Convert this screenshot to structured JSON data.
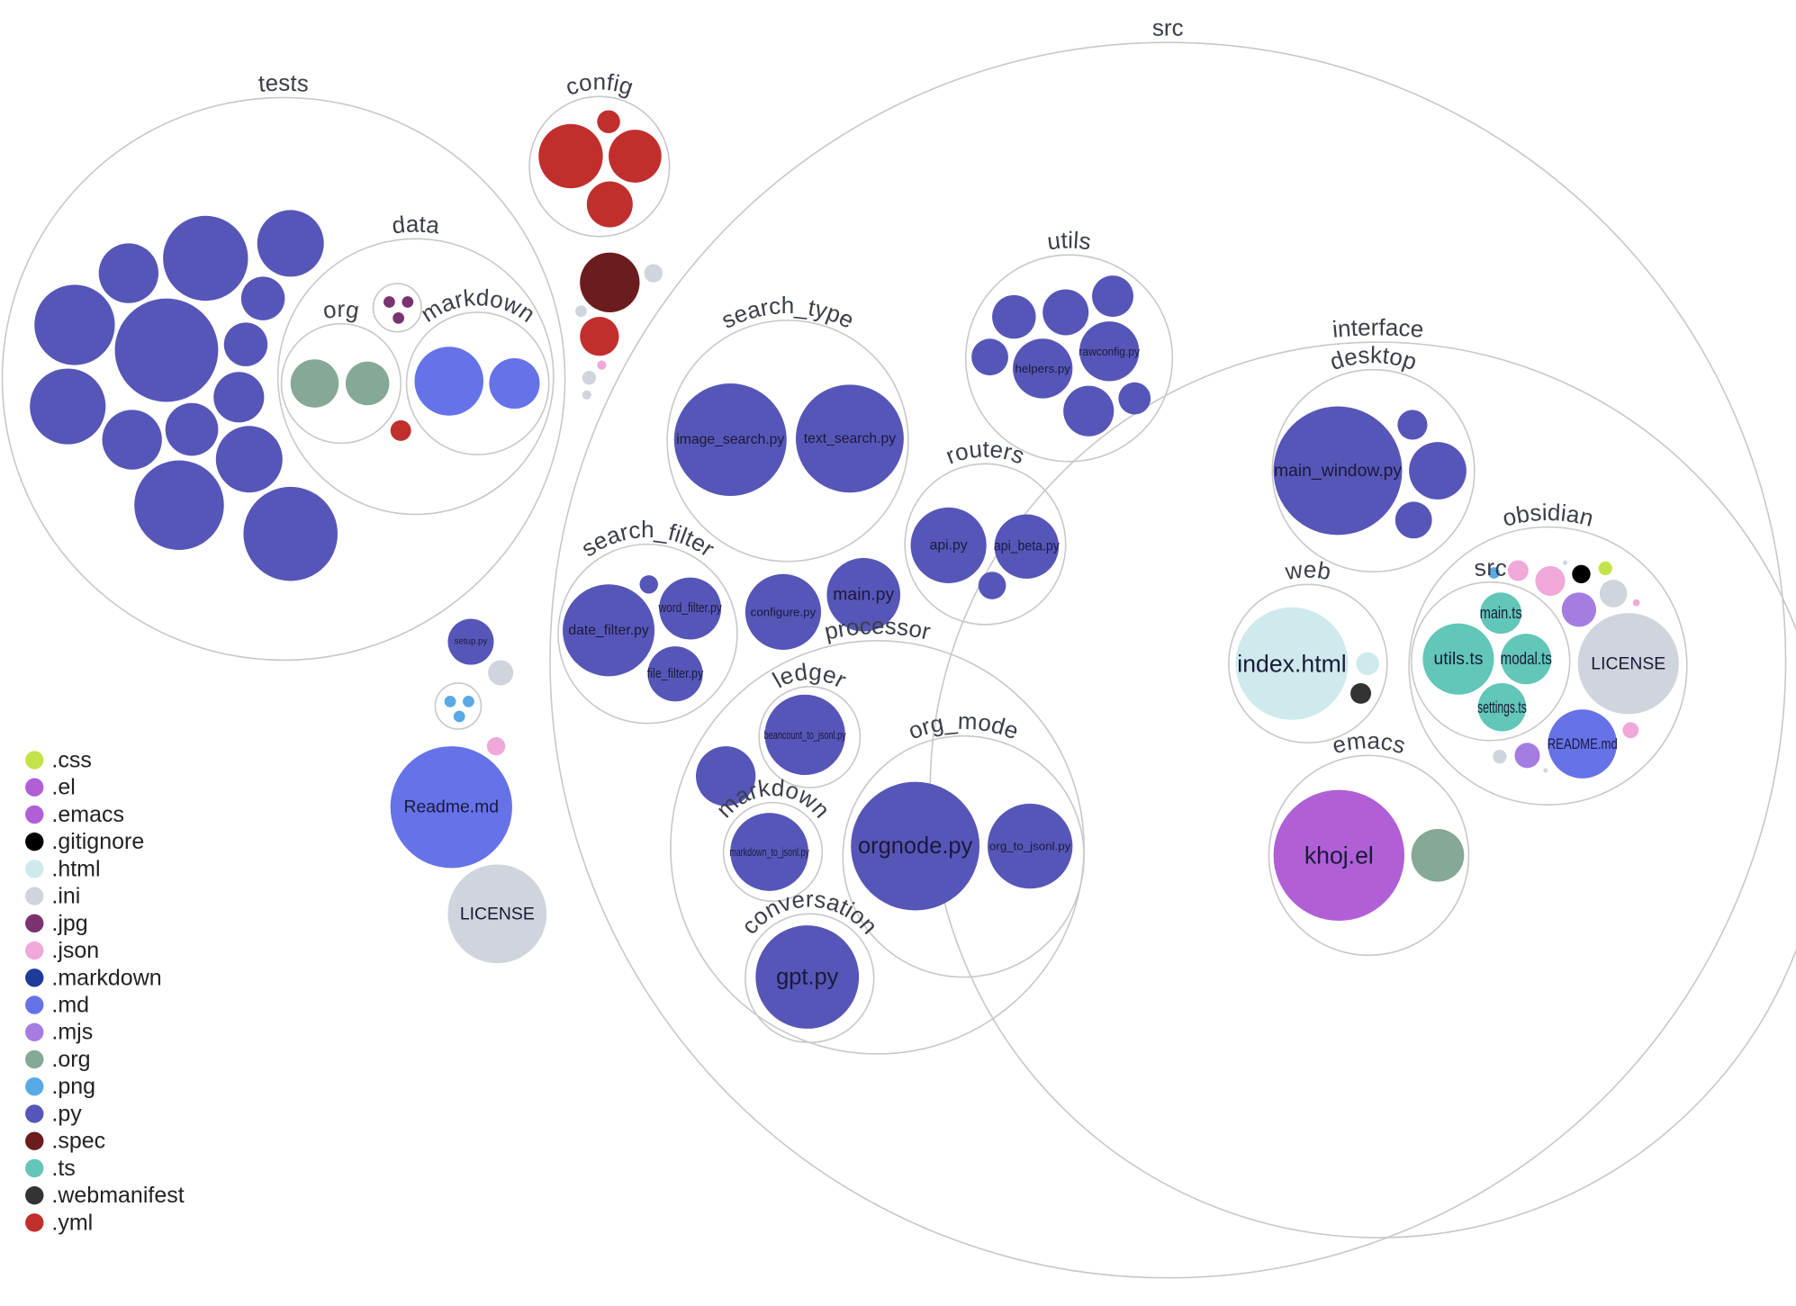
{
  "colors": {
    "css": "#c4e34a",
    "el": "#b05fd6",
    "emacs": "#b05fd6",
    "gitignore": "#000000",
    "html": "#cfeaec",
    "ini": "#d0d4dc",
    "jpg": "#7b3370",
    "json": "#f0a8da",
    "markdown": "#1f3b99",
    "md": "#6672e8",
    "mjs": "#a57de0",
    "org": "#86a896",
    "png": "#58a9e6",
    "py": "#5656b8",
    "spec": "#6b1c1c",
    "ts": "#62c6b8",
    "webmanifest": "#333333",
    "yml": "#c12f2d",
    "folder": "#c8c8c8"
  },
  "legend": [
    {
      "ext": "css",
      "label": ".css"
    },
    {
      "ext": "el",
      "label": ".el"
    },
    {
      "ext": "emacs",
      "label": ".emacs"
    },
    {
      "ext": "gitignore",
      "label": ".gitignore"
    },
    {
      "ext": "html",
      "label": ".html"
    },
    {
      "ext": "ini",
      "label": ".ini"
    },
    {
      "ext": "jpg",
      "label": ".jpg"
    },
    {
      "ext": "json",
      "label": ".json"
    },
    {
      "ext": "markdown",
      "label": ".markdown"
    },
    {
      "ext": "md",
      "label": ".md"
    },
    {
      "ext": "mjs",
      "label": ".mjs"
    },
    {
      "ext": "org",
      "label": ".org"
    },
    {
      "ext": "png",
      "label": ".png"
    },
    {
      "ext": "py",
      "label": ".py"
    },
    {
      "ext": "spec",
      "label": ".spec"
    },
    {
      "ext": "ts",
      "label": ".ts"
    },
    {
      "ext": "webmanifest",
      "label": ".webmanifest"
    },
    {
      "ext": "yml",
      "label": ".yml"
    }
  ],
  "folders": [
    {
      "id": "src",
      "label": "src"
    },
    {
      "id": "tests",
      "label": "tests"
    },
    {
      "id": "tests_data",
      "label": "data"
    },
    {
      "id": "tests_data_org",
      "label": "org"
    },
    {
      "id": "tests_data_markdown",
      "label": "markdown"
    },
    {
      "id": "config",
      "label": "config"
    },
    {
      "id": "utils",
      "label": "utils"
    },
    {
      "id": "search_type",
      "label": "search_type"
    },
    {
      "id": "routers",
      "label": "routers"
    },
    {
      "id": "search_filter",
      "label": "search_filter"
    },
    {
      "id": "processor",
      "label": "processor"
    },
    {
      "id": "ledger",
      "label": "ledger"
    },
    {
      "id": "org_mode",
      "label": "org_mode"
    },
    {
      "id": "proc_markdown",
      "label": "markdown"
    },
    {
      "id": "conversation",
      "label": "conversation"
    },
    {
      "id": "interface",
      "label": "interface"
    },
    {
      "id": "desktop",
      "label": "desktop"
    },
    {
      "id": "web",
      "label": "web"
    },
    {
      "id": "obsidian",
      "label": "obsidian"
    },
    {
      "id": "obsidian_src",
      "label": "src"
    },
    {
      "id": "emacs",
      "label": "emacs"
    },
    {
      "id": "jpg_dir",
      "label": ""
    },
    {
      "id": "png_dir",
      "label": ""
    }
  ],
  "files": [
    {
      "id": "image_search",
      "ext": "py",
      "label": "image_search.py"
    },
    {
      "id": "text_search",
      "ext": "py",
      "label": "text_search.py"
    },
    {
      "id": "helpers",
      "ext": "py",
      "label": "helpers.py"
    },
    {
      "id": "rawconfig",
      "ext": "py",
      "label": "rawconfig.py"
    },
    {
      "id": "api",
      "ext": "py",
      "label": "api.py"
    },
    {
      "id": "api_beta",
      "ext": "py",
      "label": "api_beta.py"
    },
    {
      "id": "date_filter",
      "ext": "py",
      "label": "date_filter.py"
    },
    {
      "id": "word_filter",
      "ext": "py",
      "label": "word_filter.py"
    },
    {
      "id": "file_filter",
      "ext": "py",
      "label": "file_filter.py"
    },
    {
      "id": "configure",
      "ext": "py",
      "label": "configure.py"
    },
    {
      "id": "main_py",
      "ext": "py",
      "label": "main.py"
    },
    {
      "id": "beancount",
      "ext": "py",
      "label": "beancount_to_jsonl.py"
    },
    {
      "id": "orgnode",
      "ext": "py",
      "label": "orgnode.py"
    },
    {
      "id": "org_to_jsonl",
      "ext": "py",
      "label": "org_to_jsonl.py"
    },
    {
      "id": "markdown_to_jsonl",
      "ext": "py",
      "label": "markdown_to_jsonl.py"
    },
    {
      "id": "gpt",
      "ext": "py",
      "label": "gpt.py"
    },
    {
      "id": "main_window",
      "ext": "py",
      "label": "main_window.py"
    },
    {
      "id": "index_html",
      "ext": "html",
      "label": "index.html"
    },
    {
      "id": "obs_main_ts",
      "ext": "ts",
      "label": "main.ts"
    },
    {
      "id": "obs_utils_ts",
      "ext": "ts",
      "label": "utils.ts"
    },
    {
      "id": "obs_modal_ts",
      "ext": "ts",
      "label": "modal.ts"
    },
    {
      "id": "obs_settings_ts",
      "ext": "ts",
      "label": "settings.ts"
    },
    {
      "id": "obs_license",
      "ext": "ini",
      "label": "LICENSE"
    },
    {
      "id": "obs_readme",
      "ext": "md",
      "label": "README.md"
    },
    {
      "id": "khoj_el",
      "ext": "el",
      "label": "khoj.el"
    },
    {
      "id": "setup_py",
      "ext": "py",
      "label": "setup.py"
    },
    {
      "id": "readme_root",
      "ext": "md",
      "label": "Readme.md"
    },
    {
      "id": "license_root",
      "ext": "ini",
      "label": "LICENSE"
    }
  ]
}
